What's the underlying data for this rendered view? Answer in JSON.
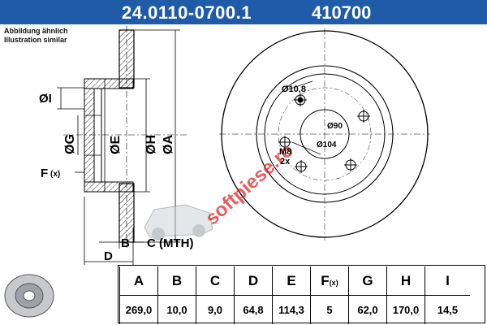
{
  "header": {
    "part_number": "24.0110-0700.1",
    "code": "410700",
    "bg_color": "#1f5ba6"
  },
  "notes": {
    "line1": "Abbildung ähnlich",
    "line2": "Illustration similar"
  },
  "labels": {
    "I": "ØI",
    "G": "ØG",
    "E": "ØE",
    "H": "ØH",
    "A": "ØA",
    "F": "F",
    "F_sub": "(x)",
    "B": "B",
    "C": "C (MTH)",
    "D": "D",
    "d108": "Ø10,8",
    "d90": "Ø90",
    "d104": "Ø104",
    "m8": "M8",
    "m8x": "2x"
  },
  "watermark": {
    "text": "softpiese.ro",
    "color": "#e2282a"
  },
  "spec_table": {
    "headers": [
      "A",
      "B",
      "C",
      "D",
      "E",
      "F",
      "G",
      "H",
      "I"
    ],
    "header_sub": [
      "",
      "",
      "",
      "",
      "",
      "(x)",
      "",
      "",
      ""
    ],
    "values": [
      "269,0",
      "10,0",
      "9,0",
      "64,8",
      "114,3",
      "5",
      "62,0",
      "170,0",
      "14,5"
    ]
  },
  "icons": [
    "brake-disc-thumbnail-icon",
    "car-watermark-icon"
  ]
}
